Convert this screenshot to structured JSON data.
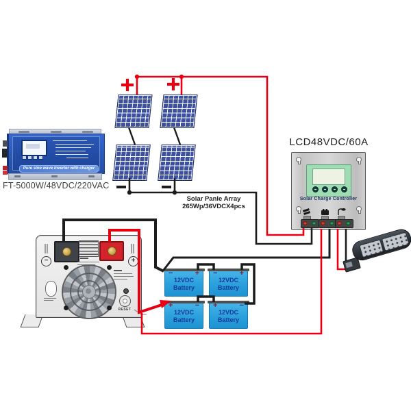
{
  "diagram": {
    "front_inverter": {
      "model_label": "FT-5000W/48VDC/220VAC",
      "banner_text": "Pure sine wave inverter with charger"
    },
    "solar_array": {
      "annotation_line1": "Solar Panle Array",
      "annotation_line2": "265Wp/36VDCX4pcs",
      "positive_mark": "+",
      "negative_mark": "−",
      "panel_count": 4
    },
    "charge_controller": {
      "title": "LCD48VDC/60A",
      "panel_label": "Solar Charge Controller",
      "terminal_icons": [
        "solar-panel-icon",
        "battery-icon",
        "street-lamp-icon"
      ],
      "button_icons": [
        "left-arrow",
        "down-arrow",
        "up-arrow",
        "right-arrow"
      ]
    },
    "battery_bank": {
      "batteries": [
        {
          "line1": "12VDC",
          "line2": "Battery",
          "left_terminal": "−",
          "right_terminal": "+"
        },
        {
          "line1": "12VDC",
          "line2": "Battery",
          "left_terminal": "−",
          "right_terminal": "+"
        },
        {
          "line1": "12VDC",
          "line2": "Battery",
          "left_terminal": "+",
          "right_terminal": "−"
        },
        {
          "line1": "12VDC",
          "line2": "Battery",
          "left_terminal": "+",
          "right_terminal": "−"
        }
      ]
    },
    "rear_inverter": {
      "negative_symbol": "−",
      "positive_symbol": "+",
      "reset_label": "RESET"
    },
    "colors": {
      "wire_positive": "#e60012",
      "wire_negative": "#1c1c1c",
      "solar_panel_blue": "#3d519e",
      "battery_blue": "#2aa0dc",
      "inverter_blue": "#2a58b6",
      "controller_panel_green": "#9fdcb4"
    }
  }
}
